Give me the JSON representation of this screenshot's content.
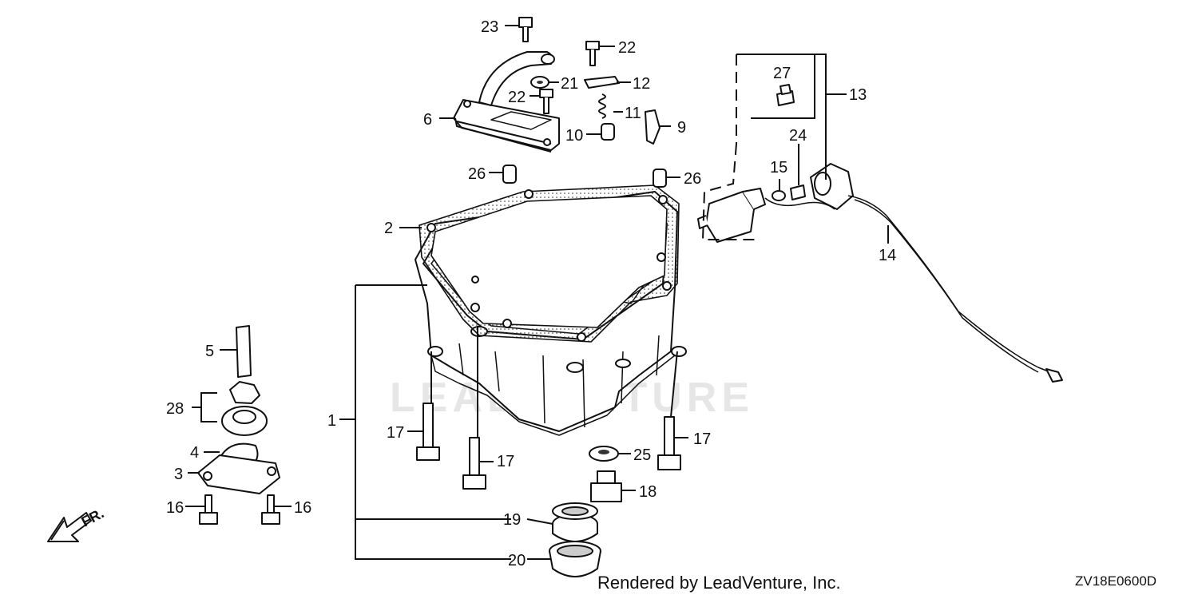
{
  "diagram": {
    "watermark": "LEADVENTURE",
    "direction_label": "FR.",
    "footer_rendered_by": "Rendered by LeadVenture, Inc.",
    "drawing_code": "ZV18E0600D",
    "callouts": {
      "c1": "1",
      "c2": "2",
      "c3": "3",
      "c4": "4",
      "c5": "5",
      "c6": "6",
      "c9": "9",
      "c10": "10",
      "c11": "11",
      "c12": "12",
      "c13": "13",
      "c14": "14",
      "c15": "15",
      "c16a": "16",
      "c16b": "16",
      "c17a": "17",
      "c17b": "17",
      "c17c": "17",
      "c18": "18",
      "c19": "19",
      "c20": "20",
      "c21": "21",
      "c22a": "22",
      "c22b": "22",
      "c23": "23",
      "c24": "24",
      "c25": "25",
      "c26a": "26",
      "c26b": "26",
      "c27": "27",
      "c28": "28"
    }
  }
}
